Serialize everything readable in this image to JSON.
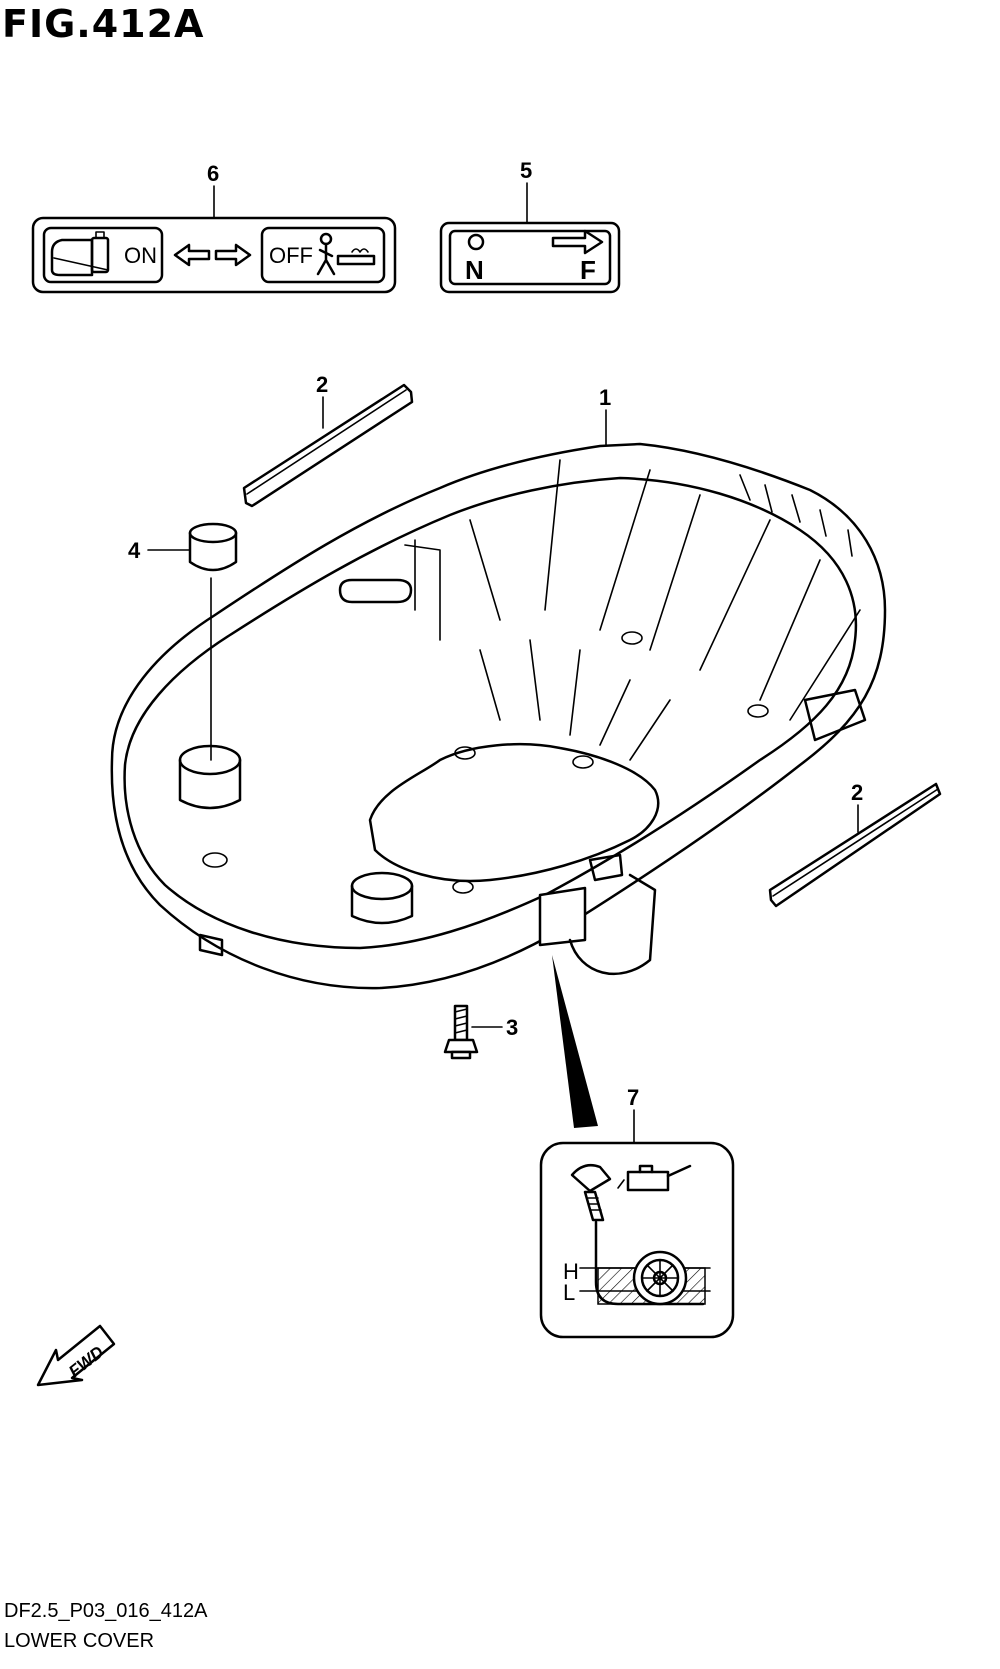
{
  "header": {
    "title": "FIG.412A"
  },
  "footer": {
    "code": "DF2.5_P03_016_412A",
    "name": "LOWER COVER"
  },
  "callouts": [
    {
      "id": "1",
      "text": "1"
    },
    {
      "id": "2a",
      "text": "2"
    },
    {
      "id": "2b",
      "text": "2"
    },
    {
      "id": "3",
      "text": "3"
    },
    {
      "id": "4",
      "text": "4"
    },
    {
      "id": "5",
      "text": "5"
    },
    {
      "id": "6",
      "text": "6"
    },
    {
      "id": "7",
      "text": "7"
    }
  ],
  "decal_6": {
    "on": "ON",
    "off": "OFF"
  },
  "decal_5": {
    "n": "N",
    "f": "F"
  },
  "decal_7": {
    "high": "H",
    "low": "L"
  },
  "fwd": {
    "text": "FWD"
  }
}
